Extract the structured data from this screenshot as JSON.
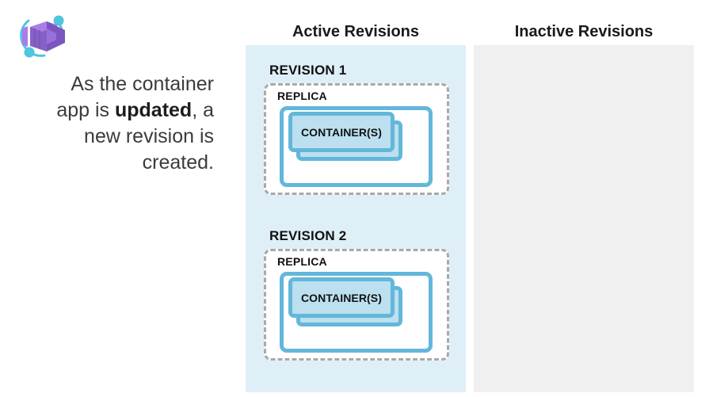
{
  "logo": {
    "name": "azure-container-apps-logo",
    "colors": {
      "cube_light": "#A97EE8",
      "cube_mid": "#8661C5",
      "cube_dark": "#6B4CB0",
      "orbit": "#50C5E0"
    }
  },
  "caption": {
    "line1": "As the container",
    "line2_pre": "app is ",
    "line2_bold": "updated",
    "line2_post": ", a",
    "line3": "new revision is",
    "line4": "created."
  },
  "columns": {
    "active_title": "Active Revisions",
    "inactive_title": "Inactive Revisions"
  },
  "colors": {
    "active_panel_bg": "#DEEFF7",
    "inactive_panel_bg": "#F0F0F0",
    "accent_border": "#62B7DA",
    "container_fill": "#BCE0EF",
    "replica_dash": "#A9A9A9",
    "text": "#111111"
  },
  "revisions": [
    {
      "label": "REVISION 1",
      "replica_label": "REPLICA",
      "container_label": "CONTAINER(S)"
    },
    {
      "label": "REVISION 2",
      "replica_label": "REPLICA",
      "container_label": "CONTAINER(S)"
    }
  ],
  "inactive_revisions": []
}
